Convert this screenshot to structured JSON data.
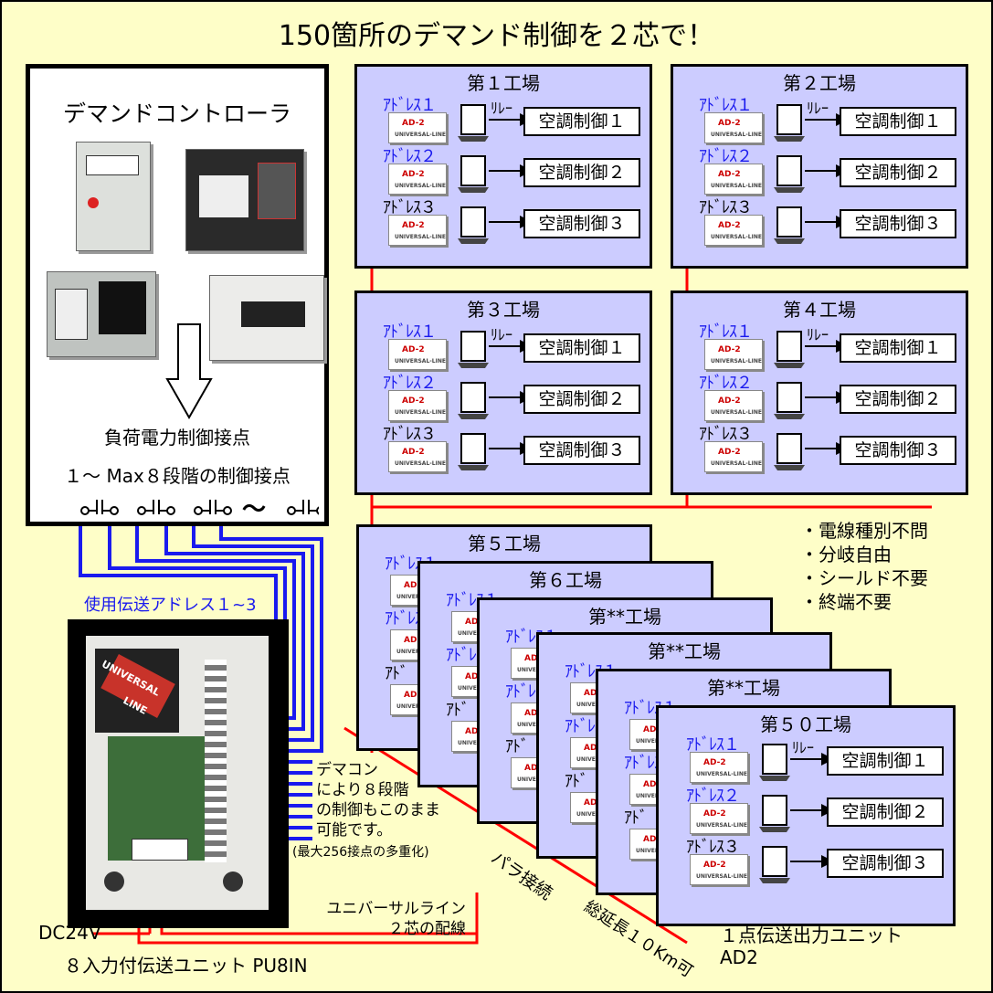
{
  "title": "150箇所のデマンド制御を２芯で！",
  "controller": {
    "title": "デマンドコントローラ",
    "line1": "負荷電力制御接点",
    "line2": "１～ Max８段階の制御接点",
    "tilde": "～"
  },
  "factories_full": [
    {
      "name": "第１工場"
    },
    {
      "name": "第２工場"
    },
    {
      "name": "第３工場"
    },
    {
      "name": "第４工場"
    }
  ],
  "factories_stack": [
    {
      "name": "第５工場"
    },
    {
      "name": "第６工場"
    },
    {
      "name": "第**工場"
    },
    {
      "name": "第**工場"
    },
    {
      "name": "第**工場"
    },
    {
      "name": "第５０工場"
    }
  ],
  "row": {
    "addresses": [
      "ｱﾄﾞﾚｽ１",
      "ｱﾄﾞﾚｽ２",
      "ｱﾄﾞﾚｽ３"
    ],
    "relay": "ﾘﾚｰ",
    "controls": [
      "空調制御１",
      "空調制御２",
      "空調制御３"
    ],
    "ad2_text": "AD-2",
    "ad2_sub": "UNIVERSAL-LINE"
  },
  "stack_partial": [
    "ｱﾄﾞﾚｽ１",
    "ｱﾄﾞﾚｽ２",
    "ｱﾄﾞ"
  ],
  "notes": [
    "・電線種別不問",
    "・分岐自由",
    "・シールド不要",
    "・終端不要"
  ],
  "labels": {
    "address_used": "使用伝送アドレス１~3",
    "demacon": [
      "デマコン",
      "により８段階",
      "の制御もこのまま",
      "可能です。"
    ],
    "multiplex": "(最大256接点の多重化)",
    "parallel": "パラ接続",
    "total_length": "総延長１０Km可",
    "universal_line": [
      "ユニバーサルライン",
      "２芯の配線"
    ],
    "dc24v": "DC24V",
    "pu8in": "８入力付伝送ユニット PU8IN",
    "ad2_unit": [
      "１点伝送出力ユニット",
      "AD2"
    ],
    "pu_logo": [
      "UNIVERSAL",
      "LINE"
    ]
  },
  "colors": {
    "background": "#fefec8",
    "factory": "#ccccff",
    "bus": "#ff0000",
    "wiring": "#1a1aee",
    "address": "#1a1aee"
  },
  "icons": [
    "down-arrow-icon",
    "contact-symbol-icon",
    "relay-icon",
    "arrow-right-icon"
  ]
}
